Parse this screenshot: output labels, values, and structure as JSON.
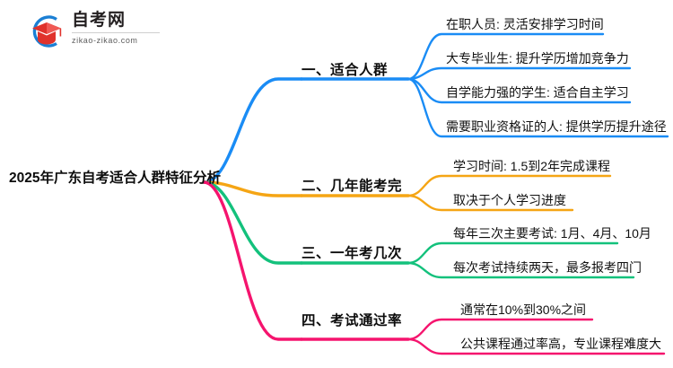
{
  "watermark": {
    "name_cn": "自考网",
    "name_en": "zikao-zikao.com",
    "mark_icon": "graduation-cap-logo-icon",
    "arc_color": "#1b7fd4",
    "cap_color": "#e0322c"
  },
  "mindmap": {
    "root": {
      "label": "2025年广东自考适合人群特征分析"
    },
    "branches": [
      {
        "label": "一、适合人群",
        "color": "#1a8cf5",
        "children": [
          {
            "label": "在职人员: 灵活安排学习时间"
          },
          {
            "label": "大专毕业生: 提升学历增加竞争力"
          },
          {
            "label": "自学能力强的学生: 适合自主学习"
          },
          {
            "label": "需要职业资格证的人: 提供学历提升途径"
          }
        ]
      },
      {
        "label": "二、几年能考完",
        "color": "#f5a514",
        "children": [
          {
            "label": "学习时间: 1.5到2年完成课程"
          },
          {
            "label": "取决于个人学习进度"
          }
        ]
      },
      {
        "label": "三、一年考几次",
        "color": "#13c17c",
        "children": [
          {
            "label": "每年三次主要考试: 1月、4月、10月"
          },
          {
            "label": "每次考试持续两天，最多报考四门"
          }
        ]
      },
      {
        "label": "四、考试通过率",
        "color": "#f5146e",
        "children": [
          {
            "label": "通常在10%到30%之间"
          },
          {
            "label": "公共课程通过率高，专业课程难度大"
          }
        ]
      }
    ]
  }
}
